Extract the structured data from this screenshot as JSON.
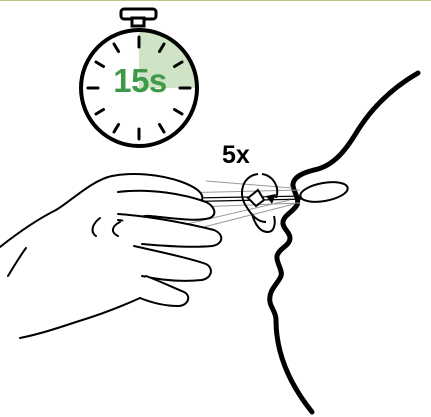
{
  "stopwatch": {
    "duration_label": "15s",
    "elapsed_fraction": 0.25,
    "fill_color": "#cfe3c6",
    "text_color": "#3e9a48"
  },
  "instruction": {
    "rotations_label": "5x"
  },
  "icons": {
    "stopwatch": "stopwatch-icon",
    "rotation": "rotation-arrow-icon",
    "hand": "hand-icon",
    "swab": "swab-icon",
    "face": "face-profile-icon"
  },
  "colors": {
    "top_rule": "#b5c98a",
    "line": "#000000"
  }
}
